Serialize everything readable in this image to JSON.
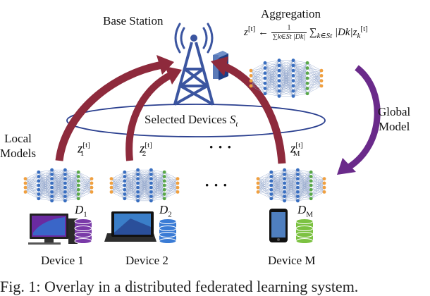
{
  "labels": {
    "base_station": "Base Station",
    "aggregation": "Aggregation",
    "global_model_line1": "Global",
    "global_model_line2": "Model",
    "local_models_line1": "Local",
    "local_models_line2": "Models",
    "selected_devices": "Selected Devices",
    "selected_devices_symbol": "S",
    "selected_devices_sub": "t",
    "ellipsis_top": "· · ·",
    "ellipsis_mid": "· · ·",
    "caption": "Fig. 1: Overlay in a distributed federated learning system."
  },
  "equation": {
    "lhs": "z",
    "lhs_sup": "[t]",
    "arrow": "←",
    "frac_num": "1",
    "frac_den": "∑k∈St |Dk|",
    "sum": "∑",
    "sum_sub": "k∈St",
    "term": "|Dk|z",
    "term_sub": "k",
    "term_sup": "[t]"
  },
  "uploads": [
    {
      "var": "z",
      "sub": "1",
      "sup": "[t]"
    },
    {
      "var": "z",
      "sub": "2",
      "sup": "[t]"
    },
    {
      "var": "z",
      "sub": "M",
      "sup": "[t]"
    }
  ],
  "devices": [
    {
      "name": "Device 1",
      "dataset": "D",
      "dataset_sub": "1",
      "type": "desktop-computer",
      "db_color": "#7a3aa8"
    },
    {
      "name": "Device 2",
      "dataset": "D",
      "dataset_sub": "2",
      "type": "tablet",
      "db_color": "#3a7bd5"
    },
    {
      "name": "Device M",
      "dataset": "D",
      "dataset_sub": "M",
      "type": "smartphone",
      "db_color": "#7cc242"
    }
  ],
  "colors": {
    "upload_arrow": "#8e2a3c",
    "global_arrow": "#6a2a8a",
    "ellipse": "#2a3f8f",
    "tower": "#3b55a0",
    "node_orange": "#f0a040",
    "node_blue": "#3a6fc0",
    "node_green": "#5aa84a",
    "edge": "#8aa0c8"
  }
}
